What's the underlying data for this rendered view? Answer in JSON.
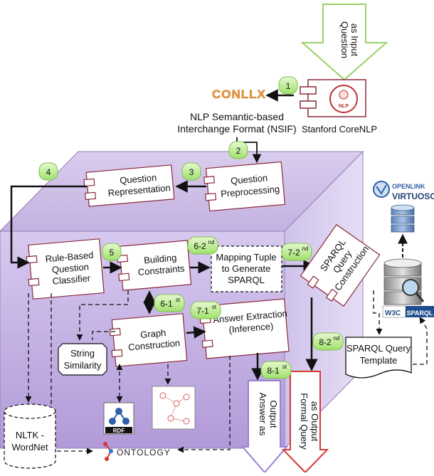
{
  "arrows": {
    "question_input": [
      "Question",
      "as Input"
    ],
    "answer_output": [
      "Answer as",
      "Output"
    ],
    "formal_output": [
      "Formal Query",
      "as Output"
    ]
  },
  "logos": {
    "conllx": "CONLLX",
    "nlp": "NLP",
    "openlink": "OPENLINK",
    "virtuoso": "VIRTUOSO",
    "w3c": "W3C",
    "sparql": "SPARQL",
    "rdf": "RDF",
    "ontology": "ONTOLOGY"
  },
  "labels": {
    "nsif": [
      "NLP Semantic-based",
      "Interchange Format (NSIF)"
    ],
    "stanford": "Stanford CoreNLP",
    "nltk": [
      "NLTK -",
      "WordNet"
    ],
    "sparql_template": [
      "SPARQL Query",
      "Template"
    ]
  },
  "components": {
    "question_representation": [
      "Question",
      "Representation"
    ],
    "question_preprocessing": [
      "Question",
      "Preprocessing"
    ],
    "rule_based": [
      "Rule-Based",
      "Question",
      "Classifier"
    ],
    "building_constraints": [
      "Building",
      "Constraints"
    ],
    "mapping_tuple": [
      "Mapping Tuple",
      "to Generate",
      "SPARQL"
    ],
    "sparql_construction": [
      "SPARQL",
      "Query",
      "Construction"
    ],
    "graph_construction": [
      "Graph",
      "Construction"
    ],
    "answer_extraction": [
      "Answer Extraction",
      "(Inference)"
    ],
    "string_similarity": [
      "String",
      "Similarity"
    ]
  },
  "steps": {
    "s1": "1",
    "s2": "2",
    "s3": "3",
    "s4": "4",
    "s5": "5",
    "s6_2": "6-2",
    "s6_2_sup": "nd",
    "s6_1": "6-1",
    "s6_1_sup": "st",
    "s7_2": "7-2",
    "s7_2_sup": "nd",
    "s7_1": "7-1",
    "s7_1_sup": "st",
    "s8_2": "8-2",
    "s8_2_sup": "nd",
    "s8_1": "8-1",
    "s8_1_sup": "st"
  }
}
